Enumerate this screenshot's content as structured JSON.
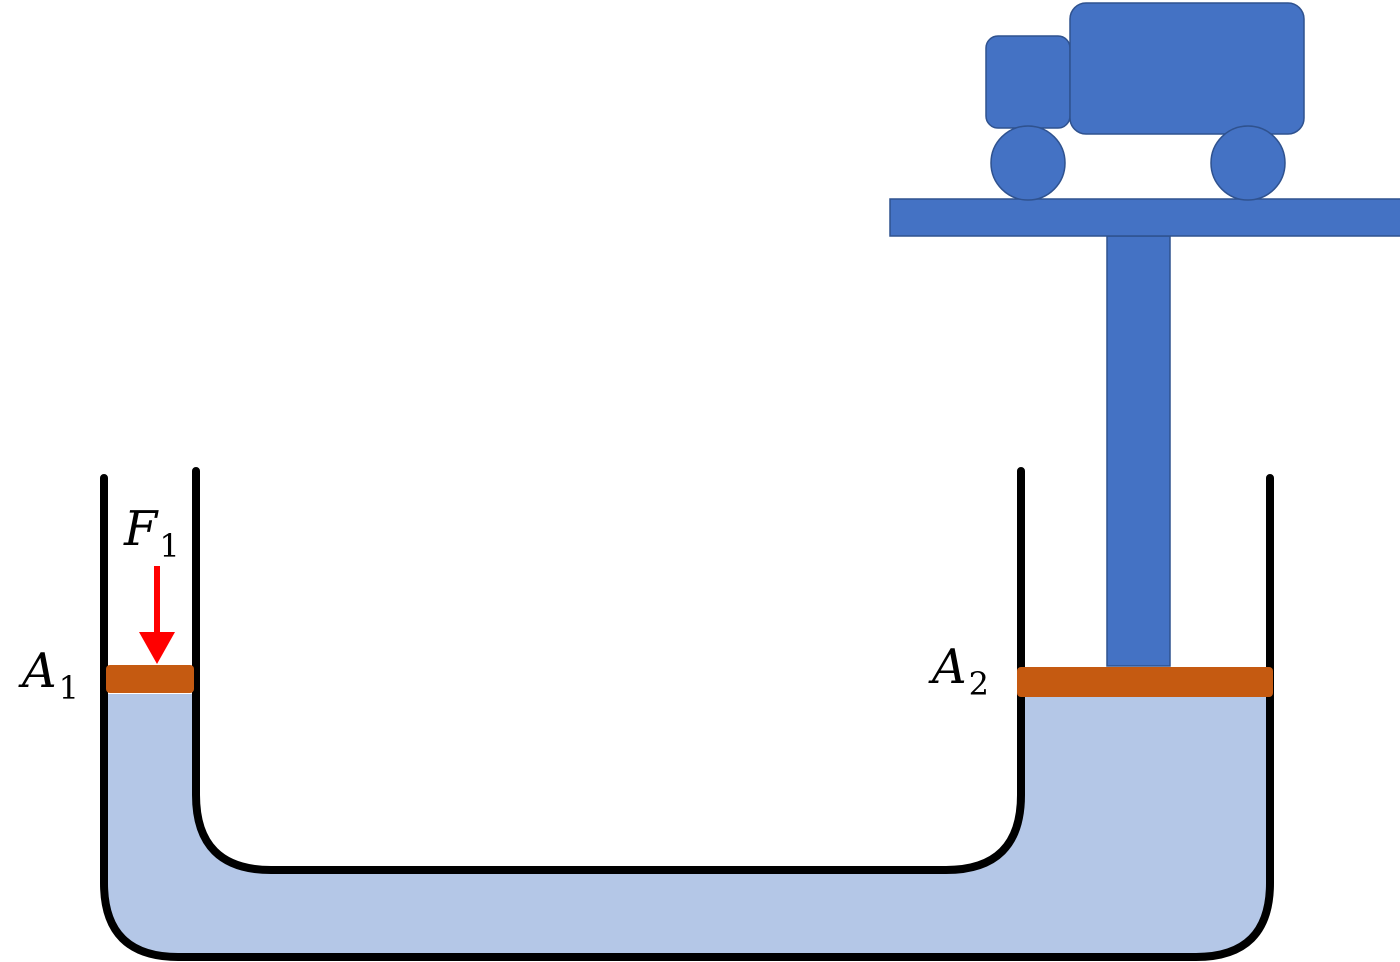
{
  "labels": {
    "small_area": {
      "symbol": "A",
      "subscript": "1"
    },
    "large_area": {
      "symbol": "A",
      "subscript": "2"
    },
    "input_force": {
      "symbol": "F",
      "subscript": "1"
    }
  },
  "colors": {
    "fluid": "#b4c7e7",
    "piston": "#c55a11",
    "truck": "#4472c4",
    "truck_outline": "#2f528f",
    "force_arrow": "#ff0000",
    "container_wall": "#000000",
    "label_text": "#000000"
  }
}
